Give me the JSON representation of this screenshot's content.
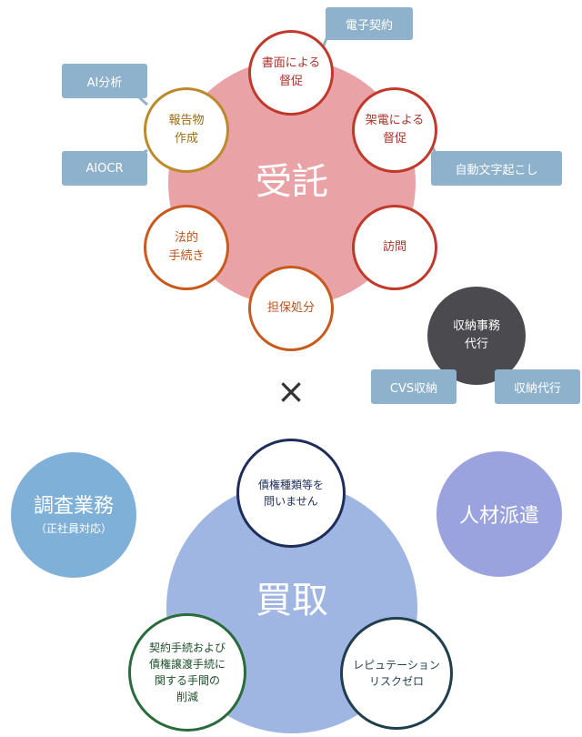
{
  "entrust": {
    "center_label": "受託",
    "nodes": [
      {
        "id": "written-demand",
        "label": "書面による\n督促"
      },
      {
        "id": "phone-demand",
        "label": "架電による\n督促"
      },
      {
        "id": "visit",
        "label": "訪問"
      },
      {
        "id": "collateral",
        "label": "担保処分"
      },
      {
        "id": "legal",
        "label": "法的\n手続き"
      },
      {
        "id": "report",
        "label": "報告物\n作成"
      }
    ],
    "tags": {
      "e_contract": "電子契約",
      "auto_transcribe": "自動文字起こし",
      "ai_analysis": "AI分析",
      "aiocr": "AIOCR"
    }
  },
  "collection_agent": {
    "label": "収納事務\n代行",
    "tags": {
      "cvs": "CVS収納",
      "agency": "収納代行"
    }
  },
  "times_symbol": "×",
  "purchase": {
    "center_label": "買取",
    "nodes": [
      {
        "id": "any-claim",
        "label": "債権種類等を\n問いません"
      },
      {
        "id": "reduce",
        "label": "契約手続および\n債権譲渡手続に\n関する手間の\n削減"
      },
      {
        "id": "reputation",
        "label": "レピュテーション\nリスクゼロ"
      }
    ]
  },
  "investigation": {
    "title": "調査業務",
    "sub": "（正社員対応）"
  },
  "staffing": {
    "title": "人材派遣"
  },
  "colors": {
    "entrust_fill": "#e9a3a6",
    "purchase_fill": "#9fb6e2",
    "investigation_fill": "#7fb0d8",
    "staffing_fill": "#9aa3de",
    "tag_fill": "#8fb2cc",
    "agent_fill": "#4a4a4f"
  }
}
